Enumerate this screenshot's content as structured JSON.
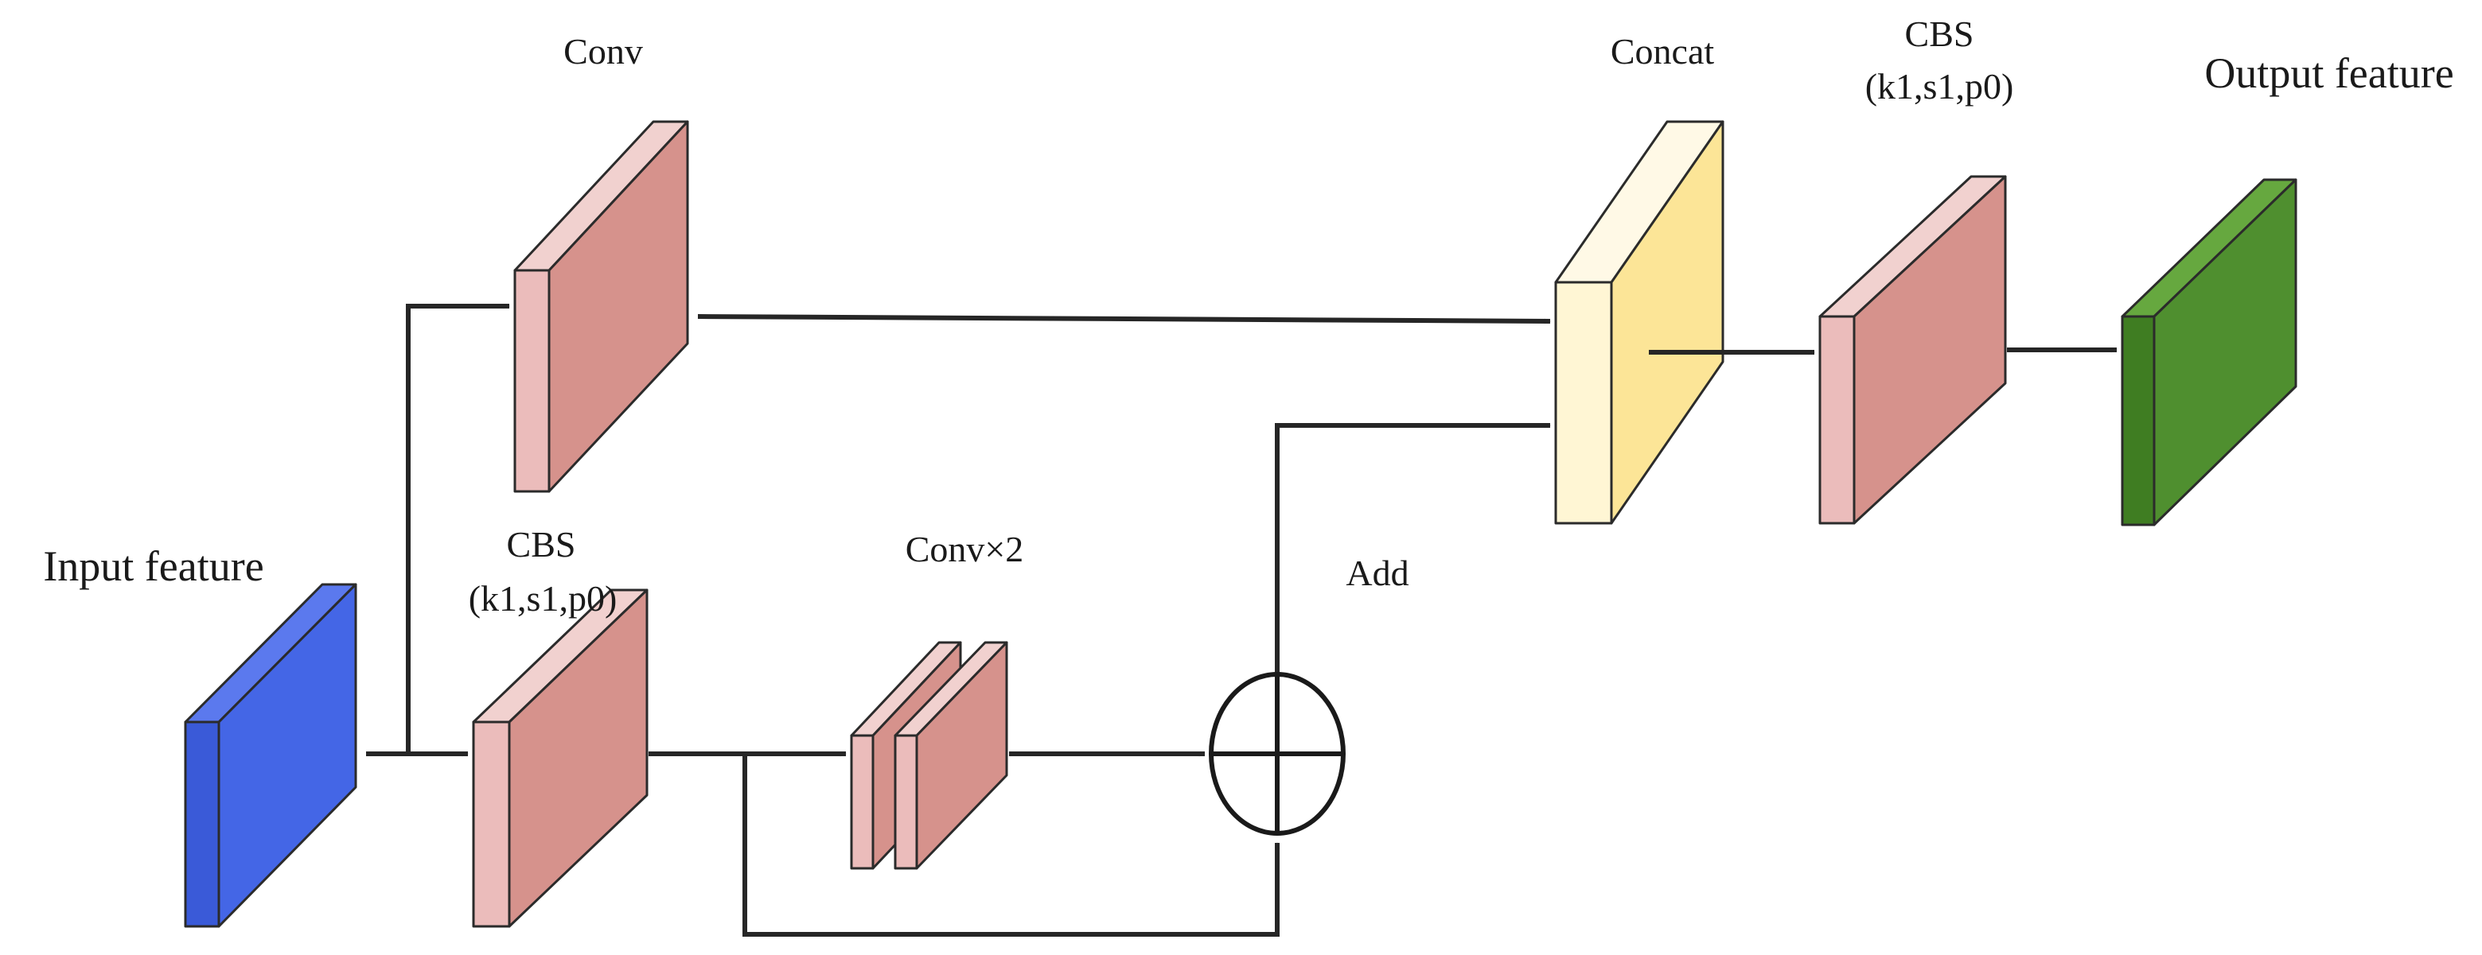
{
  "labels": {
    "input_feature": "Input feature",
    "conv_top": "Conv",
    "cbs_bottom_line1": "CBS",
    "cbs_bottom_line2": "(k1,s1,p0)",
    "conv_x2": "Conv×2",
    "add": "Add",
    "concat": "Concat",
    "cbs_right_line1": "CBS",
    "cbs_right_line2": "(k1,s1,p0)",
    "output_feature": "Output feature"
  },
  "add_symbol": "⊕",
  "colors": {
    "input_block": "#4466e6",
    "conv_block": "#d6928c",
    "conv_block_front": "#ebbcbb",
    "conv_block_top": "#f1d1cf",
    "concat_block": "#fce597",
    "concat_block_front": "#fff6d4",
    "concat_block_top": "#fff9e6",
    "output_block": "#4f8f2f",
    "line": "#262626"
  }
}
